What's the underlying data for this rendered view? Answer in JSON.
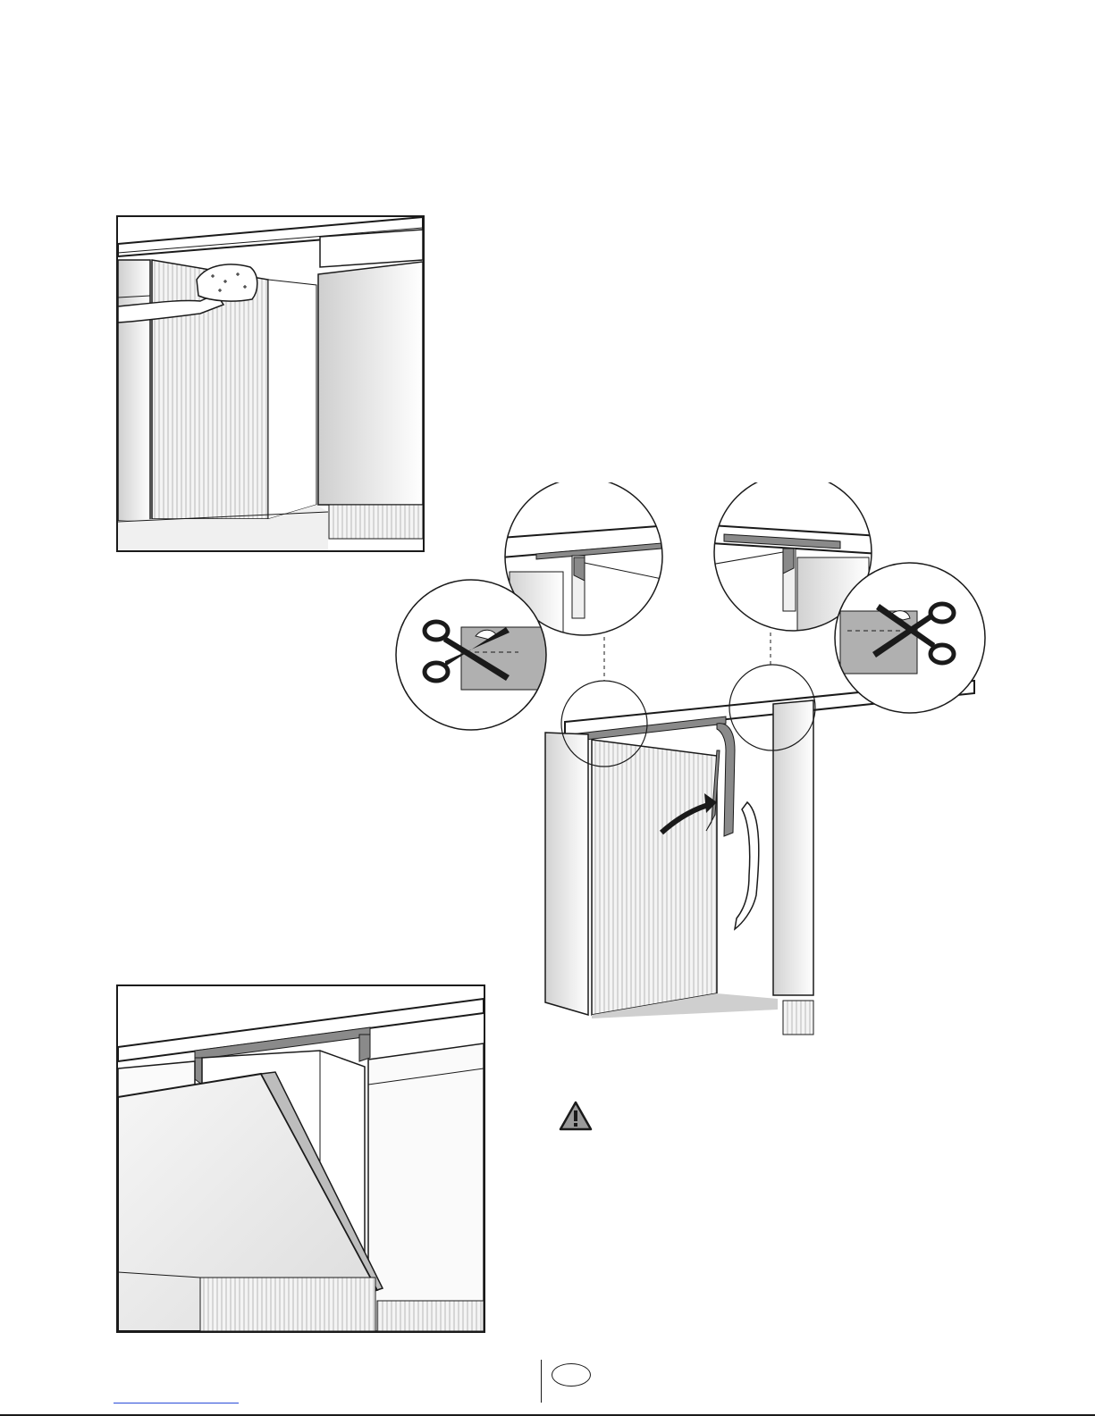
{
  "figures": [
    {
      "id": "fig-cleaning",
      "caption": ""
    },
    {
      "id": "fig-tape",
      "caption": ""
    },
    {
      "id": "fig-door",
      "caption": ""
    }
  ],
  "icons": {
    "warning": "warning-triangle-icon",
    "scissors": "scissors-icon",
    "arrow": "curved-arrow-icon"
  },
  "colors": {
    "line": "#1a1a1a",
    "tape": "#8a8a8a",
    "panel": "#e6e6e6",
    "link": "#2a4bd8"
  }
}
